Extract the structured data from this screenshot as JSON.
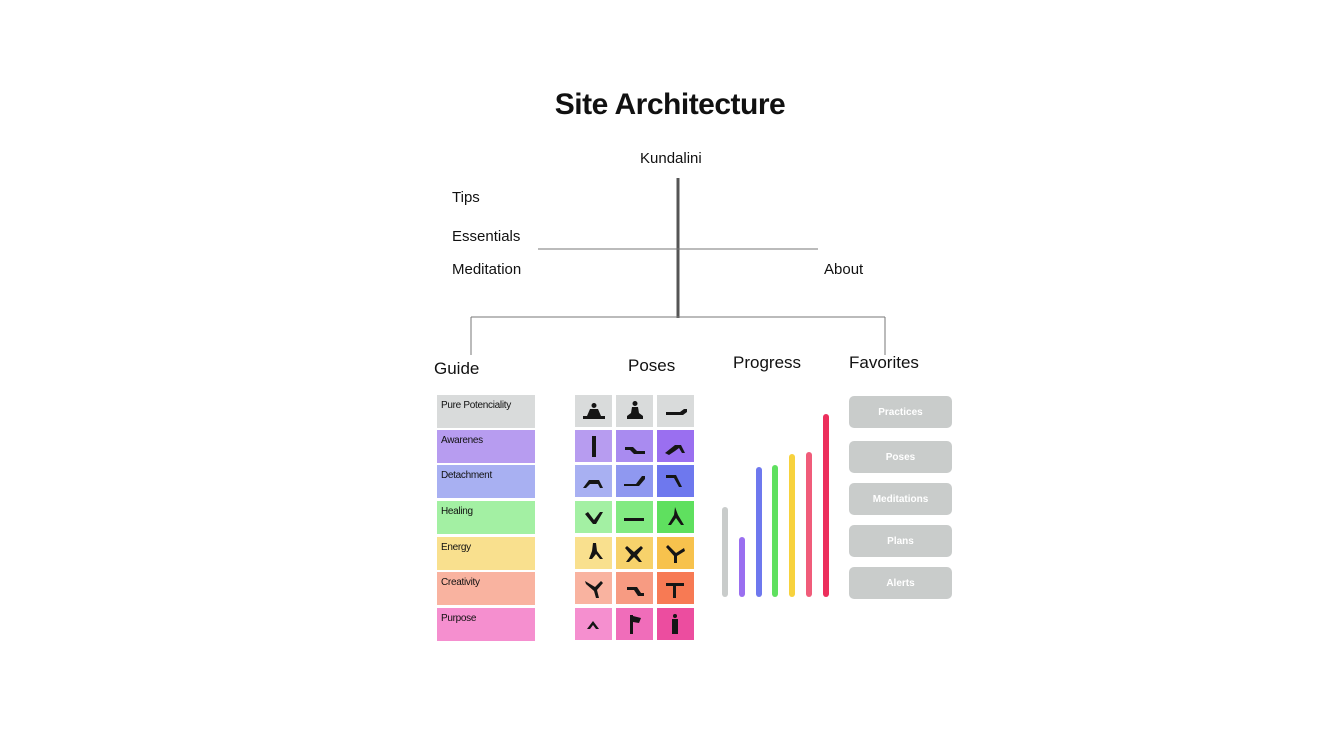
{
  "title": "Site Architecture",
  "root": "Kundalini",
  "top_left_links": [
    "Tips",
    "Essentials",
    "Meditation"
  ],
  "top_right_link": "About",
  "sections": {
    "guide": "Guide",
    "poses": "Poses",
    "progress": "Progress",
    "favorites": "Favorites"
  },
  "guide_items": [
    {
      "label": "Pure Potenciality",
      "color": "#d9dbdb"
    },
    {
      "label": "Awarenes",
      "color": "#b79cf0"
    },
    {
      "label": "Detachment",
      "color": "#a8b0f2"
    },
    {
      "label": "Healing",
      "color": "#a3f0a3"
    },
    {
      "label": "Energy",
      "color": "#f9e08e"
    },
    {
      "label": "Creativity",
      "color": "#f9b3a0"
    },
    {
      "label": "Purpose",
      "color": "#f58fcf"
    }
  ],
  "poses_grid": [
    [
      {
        "icon": "seated-meditation-icon",
        "color": "#d9dbdb"
      },
      {
        "icon": "lotus-pose-icon",
        "color": "#d9dbdb"
      },
      {
        "icon": "reclining-pose-icon",
        "color": "#d9dbdb"
      }
    ],
    [
      {
        "icon": "standing-pose-icon",
        "color": "#b79cf0"
      },
      {
        "icon": "seated-forward-bend-icon",
        "color": "#a98bf0"
      },
      {
        "icon": "cobra-pose-icon",
        "color": "#9a6ff0"
      }
    ],
    [
      {
        "icon": "bridge-pose-icon",
        "color": "#a8b0f2"
      },
      {
        "icon": "boat-pose-icon",
        "color": "#8f98f0"
      },
      {
        "icon": "downward-dog-icon",
        "color": "#6e78ee"
      }
    ],
    [
      {
        "icon": "plow-pose-icon",
        "color": "#a3f0a3"
      },
      {
        "icon": "v-sit-icon",
        "color": "#82ea82"
      },
      {
        "icon": "prone-pose-icon",
        "color": "#5fe05f"
      }
    ],
    [
      {
        "icon": "triangle-pose-icon",
        "color": "#f9e08e"
      },
      {
        "icon": "warrior-pose-icon",
        "color": "#f7d26b"
      },
      {
        "icon": "wide-leg-pose-icon",
        "color": "#f7c24d"
      }
    ],
    [
      {
        "icon": "dancer-pose-icon",
        "color": "#f9b3a0"
      },
      {
        "icon": "tree-pose-icon",
        "color": "#f79b82"
      },
      {
        "icon": "forward-fold-icon",
        "color": "#f77a54"
      }
    ],
    [
      {
        "icon": "balancing-pose-icon",
        "color": "#f58fcf"
      },
      {
        "icon": "headstand-icon",
        "color": "#f06dba"
      },
      {
        "icon": "one-leg-stand-icon",
        "color": "#ec4d9f"
      }
    ]
  ],
  "progress_bars": [
    {
      "level": 0.49,
      "color": "#c9cccb"
    },
    {
      "level": 0.33,
      "color": "#9a6ff0"
    },
    {
      "level": 0.71,
      "color": "#6e78ee"
    },
    {
      "level": 0.72,
      "color": "#5fe05f"
    },
    {
      "level": 0.78,
      "color": "#f7d23d"
    },
    {
      "level": 0.79,
      "color": "#f05c7a"
    },
    {
      "level": 1.0,
      "color": "#ec2f5c"
    }
  ],
  "favorites": [
    "Practices",
    "Poses",
    "Meditations",
    "Plans",
    "Alerts"
  ]
}
